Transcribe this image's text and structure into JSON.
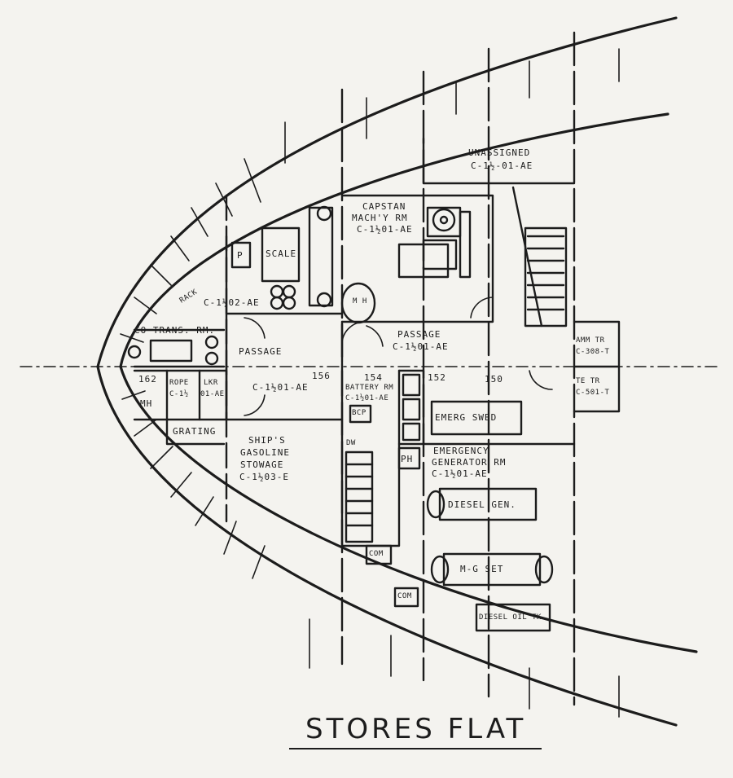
{
  "title": "STORES FLAT",
  "labels": {
    "unassigned": "UNASSIGNED",
    "unassigned_code": "C-1½-01-AE",
    "capstan": "CAPSTAN",
    "capstan_mach": "MACH'Y RM",
    "capstan_code": "C-1½01-AE",
    "scale": "SCALE",
    "p": "P",
    "rack": "RACK",
    "c102": "C-1½02-AE",
    "mh1": "M H",
    "passage_right": "PASSAGE",
    "passage_right_code": "C-1½01-AE",
    "co_trans": "CO TRANS. RM.",
    "passage_left": "PASSAGE",
    "passage_left_code": "C-1½01-AE",
    "amm_tr": "AMM TR",
    "amm_tr_code": "C-308-T",
    "f156": "156",
    "f154": "154",
    "f152": "152",
    "f150": "150",
    "f162": "162",
    "battery_rm": "BATTERY RM",
    "battery_code": "C-1½01-AE",
    "te_tr": "TE TR",
    "te_tr_code": "C-501-T",
    "rope": "ROPE",
    "rope_code": "C-1½",
    "lkr": "LKR",
    "lkr_code": "01-AE",
    "mh2": "MH",
    "bcp": "BCP",
    "emerg_swbd": "EMERG SWBD",
    "grating": "GRATING",
    "ships": "SHIP'S",
    "gasoline": "GASOLINE",
    "stowage": "STOWAGE",
    "stowage_code": "C-1½03-E",
    "dw": "DW",
    "ph": "PH",
    "emergency": "EMERGENCY",
    "generator_rm": "GENERATOR RM",
    "generator_code": "C-1½01-AE",
    "diesel_gen": "DIESEL GEN.",
    "com1": "COM",
    "mg_set": "M-G SET",
    "com2": "COM",
    "diesel_oil_tk": "DIESEL OIL TK"
  }
}
